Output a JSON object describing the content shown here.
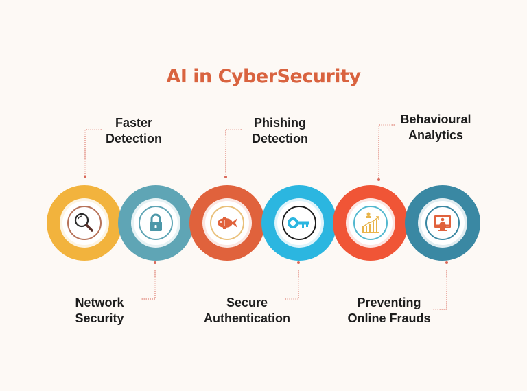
{
  "title": "AI in CyberSecurity",
  "colors": {
    "title": "#d9633f",
    "connector": "#d9695a"
  },
  "items": [
    {
      "label_line1": "Faster",
      "label_line2": "Detection",
      "icon": "magnifier-icon",
      "color": "#f2b33d",
      "ring": "#b7735a",
      "position": "top"
    },
    {
      "label_line1": "Network",
      "label_line2": "Security",
      "icon": "padlock-icon",
      "color": "#5fa5b5",
      "ring": "#5fa5b5",
      "position": "bottom"
    },
    {
      "label_line1": "Phishing",
      "label_line2": "Detection",
      "icon": "fish-icon",
      "color": "#e0623c",
      "ring": "#e9c07a",
      "position": "top"
    },
    {
      "label_line1": "Secure",
      "label_line2": "Authentication",
      "icon": "key-icon",
      "color": "#2bb6e0",
      "ring": "#1d1d1d",
      "position": "bottom"
    },
    {
      "label_line1": "Behavioural",
      "label_line2": "Analytics",
      "icon": "analytics-chart-icon",
      "color": "#f05536",
      "ring": "#53b8cf",
      "position": "top"
    },
    {
      "label_line1": "Preventing",
      "label_line2": "Online Frauds",
      "icon": "computer-user-icon",
      "color": "#3a88a3",
      "ring": "#3a88a3",
      "position": "bottom"
    }
  ]
}
